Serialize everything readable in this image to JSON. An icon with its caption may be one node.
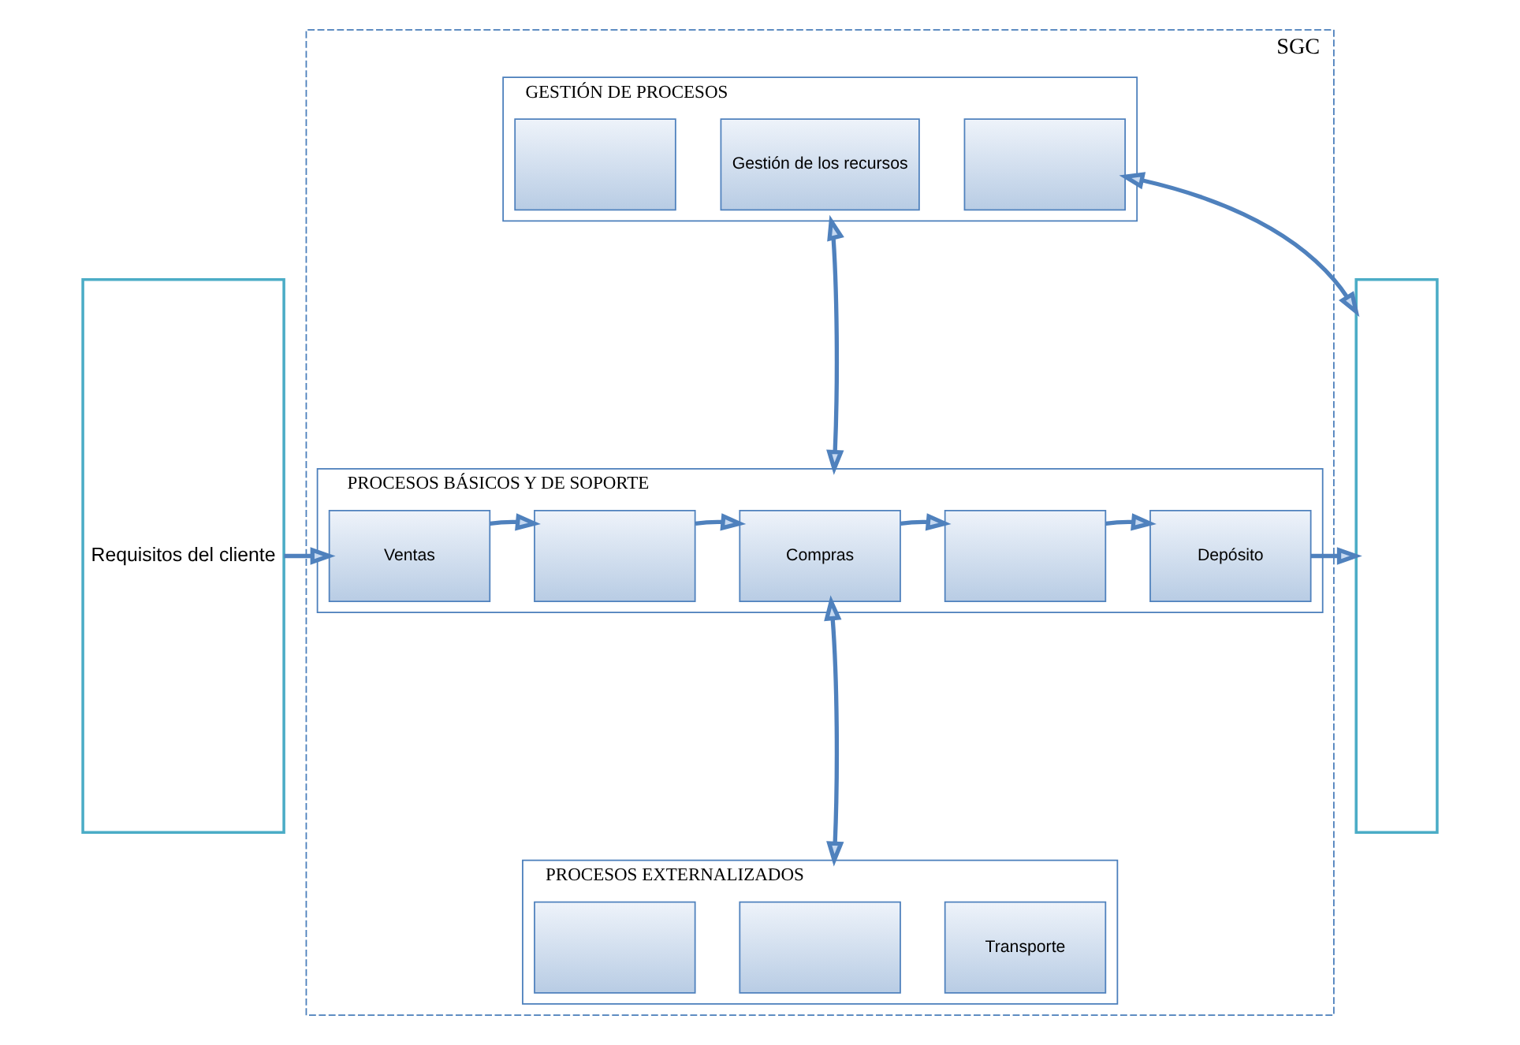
{
  "diagram": {
    "nodes": [
      {
        "text": [
          "SGC"
        ]
      },
      {
        "text": [
          "Requisitos del cliente"
        ]
      },
      {
        "text": [],
        "shape": "box"
      },
      {
        "text": [
          "GESTIÓN DE PROCESOS"
        ],
        "in": 0
      },
      {
        "text": [],
        "shape": "box",
        "in": 3
      },
      {
        "text": [
          "Gestión de los recursos"
        ],
        "in": 3
      },
      {
        "text": [],
        "shape": "box",
        "in": 3
      },
      {
        "text": [
          "PROCESOS BÁSICOS Y DE SOPORTE"
        ],
        "in": 0
      },
      {
        "text": [
          "Ventas"
        ],
        "in": 7
      },
      {
        "text": [],
        "shape": "box",
        "in": 7
      },
      {
        "text": [
          "Compras"
        ],
        "in": 7
      },
      {
        "text": [],
        "shape": "box",
        "in": 7
      },
      {
        "text": [
          "Depósito"
        ],
        "in": 7
      },
      {
        "text": [
          "PROCESOS EXTERNALIZADOS"
        ],
        "in": 0
      },
      {
        "text": [],
        "shape": "box",
        "in": 13
      },
      {
        "text": [],
        "shape": "box",
        "in": 13
      },
      {
        "text": [
          "Transporte"
        ],
        "in": 13
      }
    ],
    "edges": [
      {
        "from": 1,
        "to": 8,
        "arrow": "to"
      },
      {
        "from": 8,
        "to": 9,
        "arrow": "to"
      },
      {
        "from": 9,
        "to": 10,
        "arrow": "to"
      },
      {
        "from": 10,
        "to": 11,
        "arrow": "to"
      },
      {
        "from": 11,
        "to": 12,
        "arrow": "to"
      },
      {
        "from": 12,
        "to": 2,
        "arrow": "to"
      },
      {
        "from": 6,
        "to": 2,
        "arrow": "both"
      },
      {
        "from": 3,
        "to": 7,
        "arrow": "both"
      },
      {
        "from": 10,
        "to": 13,
        "arrow": "both"
      }
    ]
  }
}
